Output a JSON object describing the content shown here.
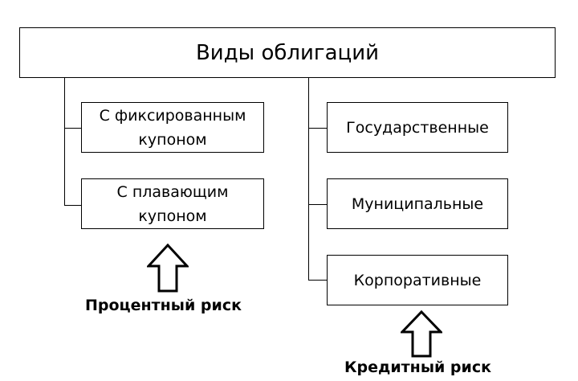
{
  "diagram": {
    "root": {
      "label": "Виды облигаций"
    },
    "left_branch": {
      "items": [
        {
          "label": "С фиксированным купоном"
        },
        {
          "label": "С плавающим купоном"
        }
      ],
      "risk": "Процентный риск"
    },
    "right_branch": {
      "items": [
        {
          "label": "Государственные"
        },
        {
          "label": "Муниципальные"
        },
        {
          "label": "Корпоративные"
        }
      ],
      "risk": "Кредитный риск"
    }
  },
  "colors": {
    "stroke": "#000000",
    "background": "#ffffff"
  }
}
